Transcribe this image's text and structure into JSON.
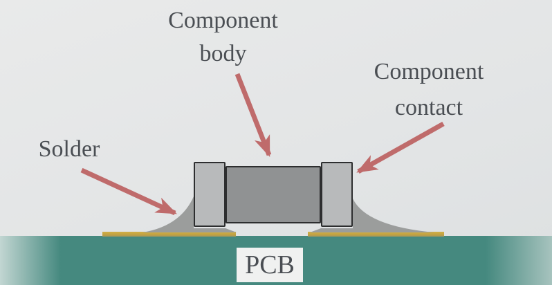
{
  "labels": {
    "component_body": {
      "line1": "Component",
      "line2": "body"
    },
    "component_contact": {
      "line1": "Component",
      "line2": "contact"
    },
    "solder": {
      "text": "Solder"
    },
    "pcb": {
      "text": "PCB"
    }
  },
  "colors": {
    "background": "#e3e5e6",
    "pcb": "#45897f",
    "pcb_edge_fade": "#c2d6d2",
    "pad": "#c4a340",
    "solder": "#9b9d9c",
    "body": "#909293",
    "contact": "#b8babb",
    "outline": "#2d2e2f",
    "arrow": "#bf6b6b",
    "text": "#4a4e53",
    "pcb_label_bg": "#f0f1f0"
  }
}
